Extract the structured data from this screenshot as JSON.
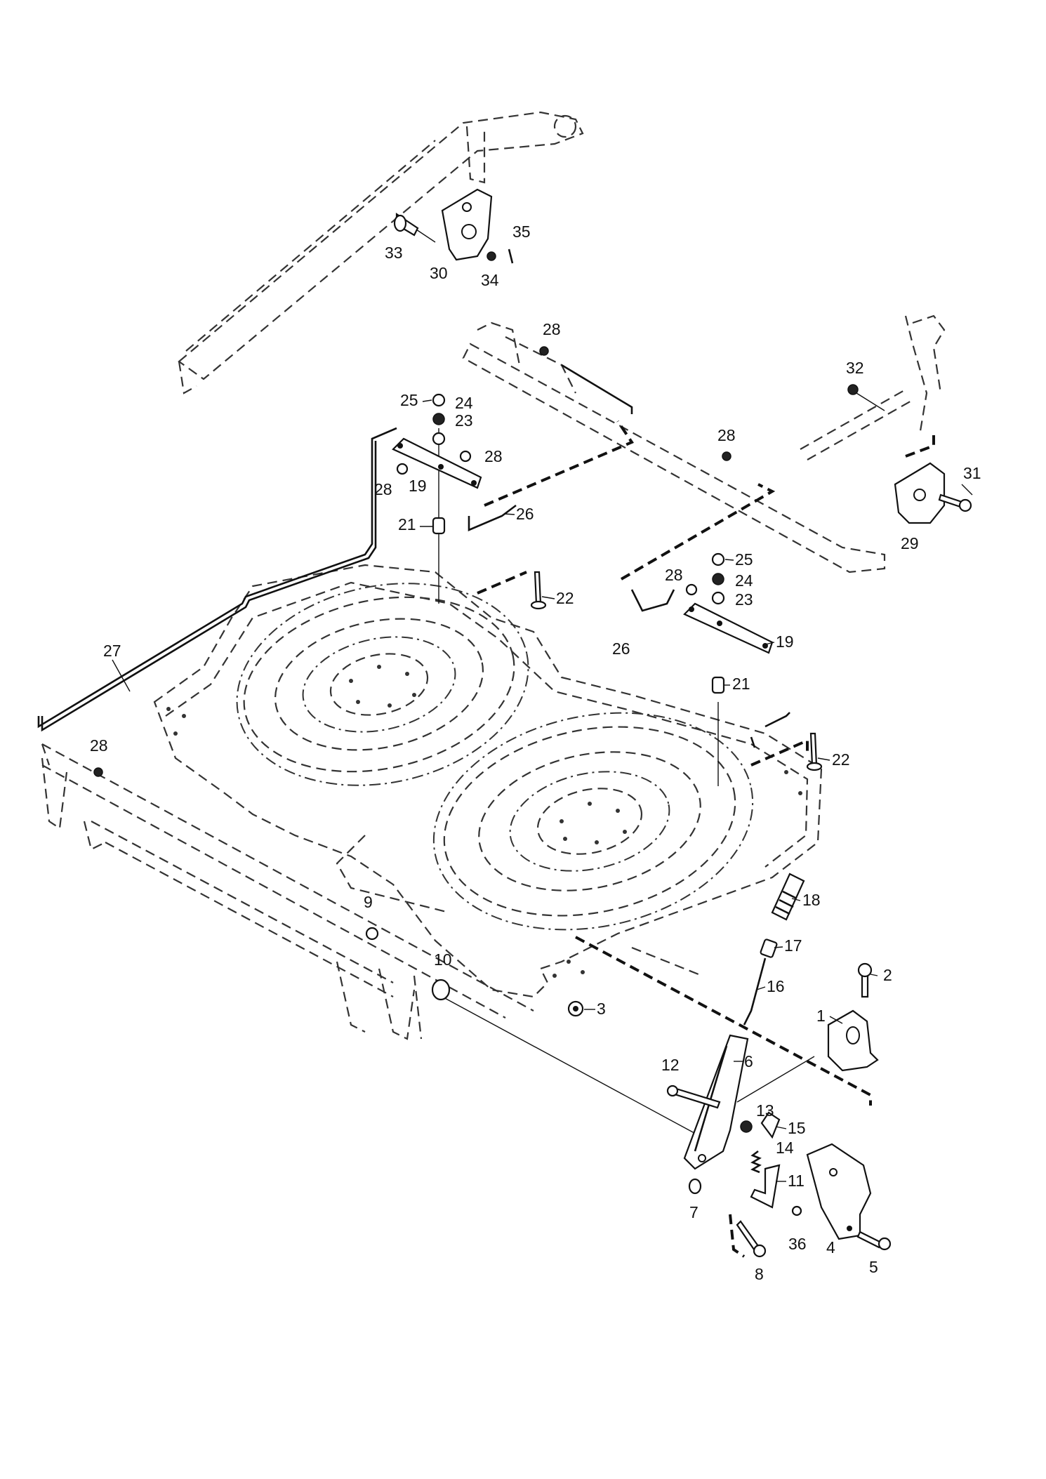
{
  "parts": [
    {
      "id": "1",
      "label": "1"
    },
    {
      "id": "2",
      "label": "2"
    },
    {
      "id": "3",
      "label": "3"
    },
    {
      "id": "4",
      "label": "4"
    },
    {
      "id": "5",
      "label": "5"
    },
    {
      "id": "6",
      "label": "6"
    },
    {
      "id": "7",
      "label": "7"
    },
    {
      "id": "8",
      "label": "8"
    },
    {
      "id": "9",
      "label": "9"
    },
    {
      "id": "10",
      "label": "10"
    },
    {
      "id": "11",
      "label": "11"
    },
    {
      "id": "12",
      "label": "12"
    },
    {
      "id": "13",
      "label": "13"
    },
    {
      "id": "14",
      "label": "14"
    },
    {
      "id": "15",
      "label": "15"
    },
    {
      "id": "16",
      "label": "16"
    },
    {
      "id": "17",
      "label": "17"
    },
    {
      "id": "18",
      "label": "18"
    },
    {
      "id": "19",
      "label": "19"
    },
    {
      "id": "21",
      "label": "21"
    },
    {
      "id": "22",
      "label": "22"
    },
    {
      "id": "23",
      "label": "23"
    },
    {
      "id": "24",
      "label": "24"
    },
    {
      "id": "25",
      "label": "25"
    },
    {
      "id": "26",
      "label": "26"
    },
    {
      "id": "27",
      "label": "27"
    },
    {
      "id": "28",
      "label": "28"
    },
    {
      "id": "29",
      "label": "29"
    },
    {
      "id": "30",
      "label": "30"
    },
    {
      "id": "31",
      "label": "31"
    },
    {
      "id": "32",
      "label": "32"
    },
    {
      "id": "33",
      "label": "33"
    },
    {
      "id": "34",
      "label": "34"
    },
    {
      "id": "35",
      "label": "35"
    },
    {
      "id": "36",
      "label": "36"
    }
  ]
}
